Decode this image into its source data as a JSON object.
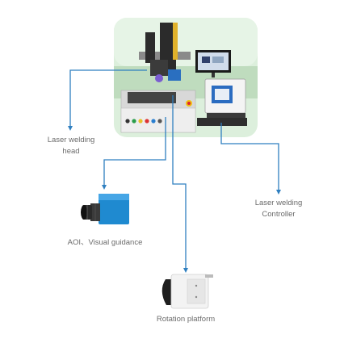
{
  "labels": {
    "head": [
      "Laser welding",
      "head"
    ],
    "camera": "AOI、Visual guidance",
    "controller": [
      "Laser welding",
      "Controller"
    ],
    "platform": "Rotation platform"
  },
  "colors": {
    "connector": "#2f7fc0",
    "text": "#6b6b6b",
    "photo_bg": "#d9f0dc"
  }
}
